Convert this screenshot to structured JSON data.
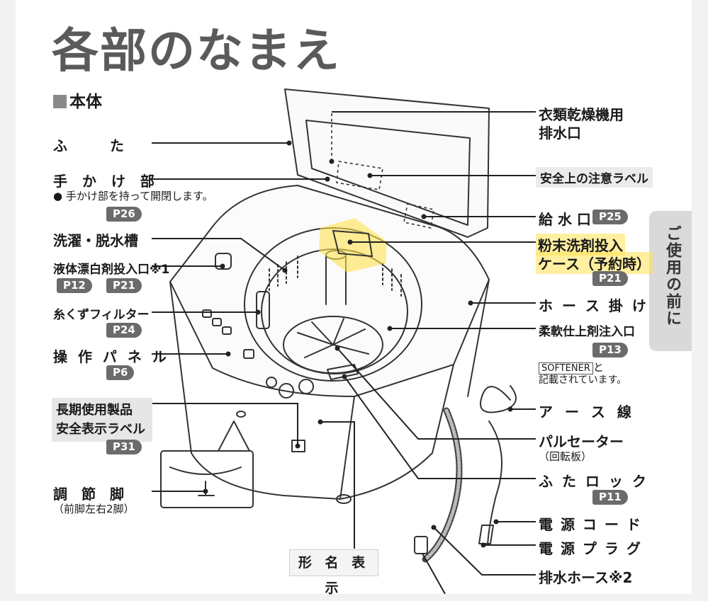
{
  "title": "各部のなまえ",
  "section": "本体",
  "side_tab": "ご使用の前に",
  "left": {
    "futa": "ふ　　　た",
    "tekakebu": "手 か け 部",
    "tekakebu_note": "● 手かけ部を持って開閉します。",
    "p26": "P26",
    "sentaku": "洗濯・脱水槽",
    "ekitai": "液体漂白剤投入口※1",
    "p12": "P12",
    "p21a": "P21",
    "ito": "糸くずフィルター",
    "p24": "P24",
    "sousa": "操 作 パ ネ ル",
    "p6": "P6",
    "chouki_1": "長期使用製品",
    "chouki_2": "安全表示ラベル",
    "p31": "P31",
    "chousetsu": "調　節　脚",
    "chousetsu_note": "（前脚左右2脚）"
  },
  "right": {
    "irui_1": "衣類乾燥機用",
    "irui_2": "排水口",
    "anzen": "安全上の注意ラベル",
    "kyusui": "給 水 口",
    "p25": "P25",
    "funmatsu_1": "粉末洗剤投入",
    "funmatsu_2": "ケース（予約時）",
    "p21b": "P21",
    "hose_kake": "ホ ー ス 掛 け",
    "junan": "柔軟仕上剤注入口",
    "p13": "P13",
    "softener": "SOFTENER",
    "softener_to": "と",
    "softener_note": "記載されています。",
    "earth": "ア ー ス 線",
    "pulsator": "パルセーター",
    "pulsator_note": "（回転板）",
    "lock": "ふ た ロ ッ ク",
    "p11": "P11",
    "cord": "電 源 コ ー ド",
    "plug": "電 源 プ ラ グ",
    "hose": "排水ホース※2"
  },
  "bottom": "形 名 表 示",
  "colors": {
    "highlight": "#ffe250",
    "pill": "#6b6b6b",
    "title": "#5a5a5a"
  }
}
